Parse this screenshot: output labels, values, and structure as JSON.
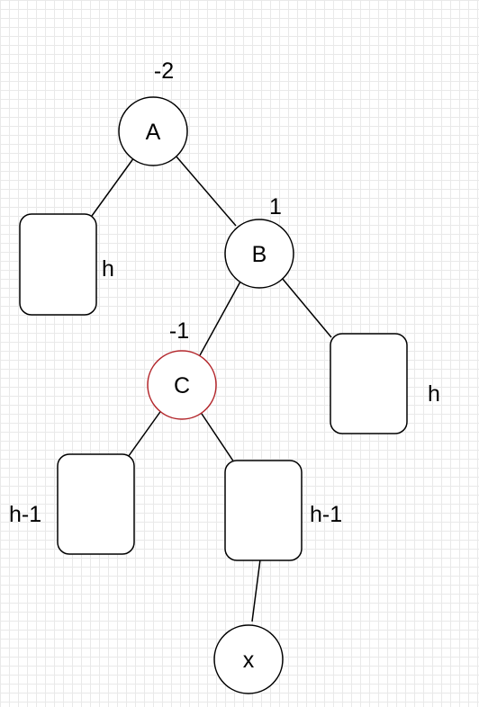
{
  "nodes": {
    "a": {
      "label": "A",
      "balance": "-2"
    },
    "b": {
      "label": "B",
      "balance": "1"
    },
    "c": {
      "label": "C",
      "balance": "-1",
      "highlight_color": "#b3262b"
    },
    "x": {
      "label": "x"
    }
  },
  "subtrees": {
    "a_left": {
      "height": "h"
    },
    "b_right": {
      "height": "h"
    },
    "c_left": {
      "height": "h-1"
    },
    "c_right": {
      "height": "h-1"
    }
  }
}
